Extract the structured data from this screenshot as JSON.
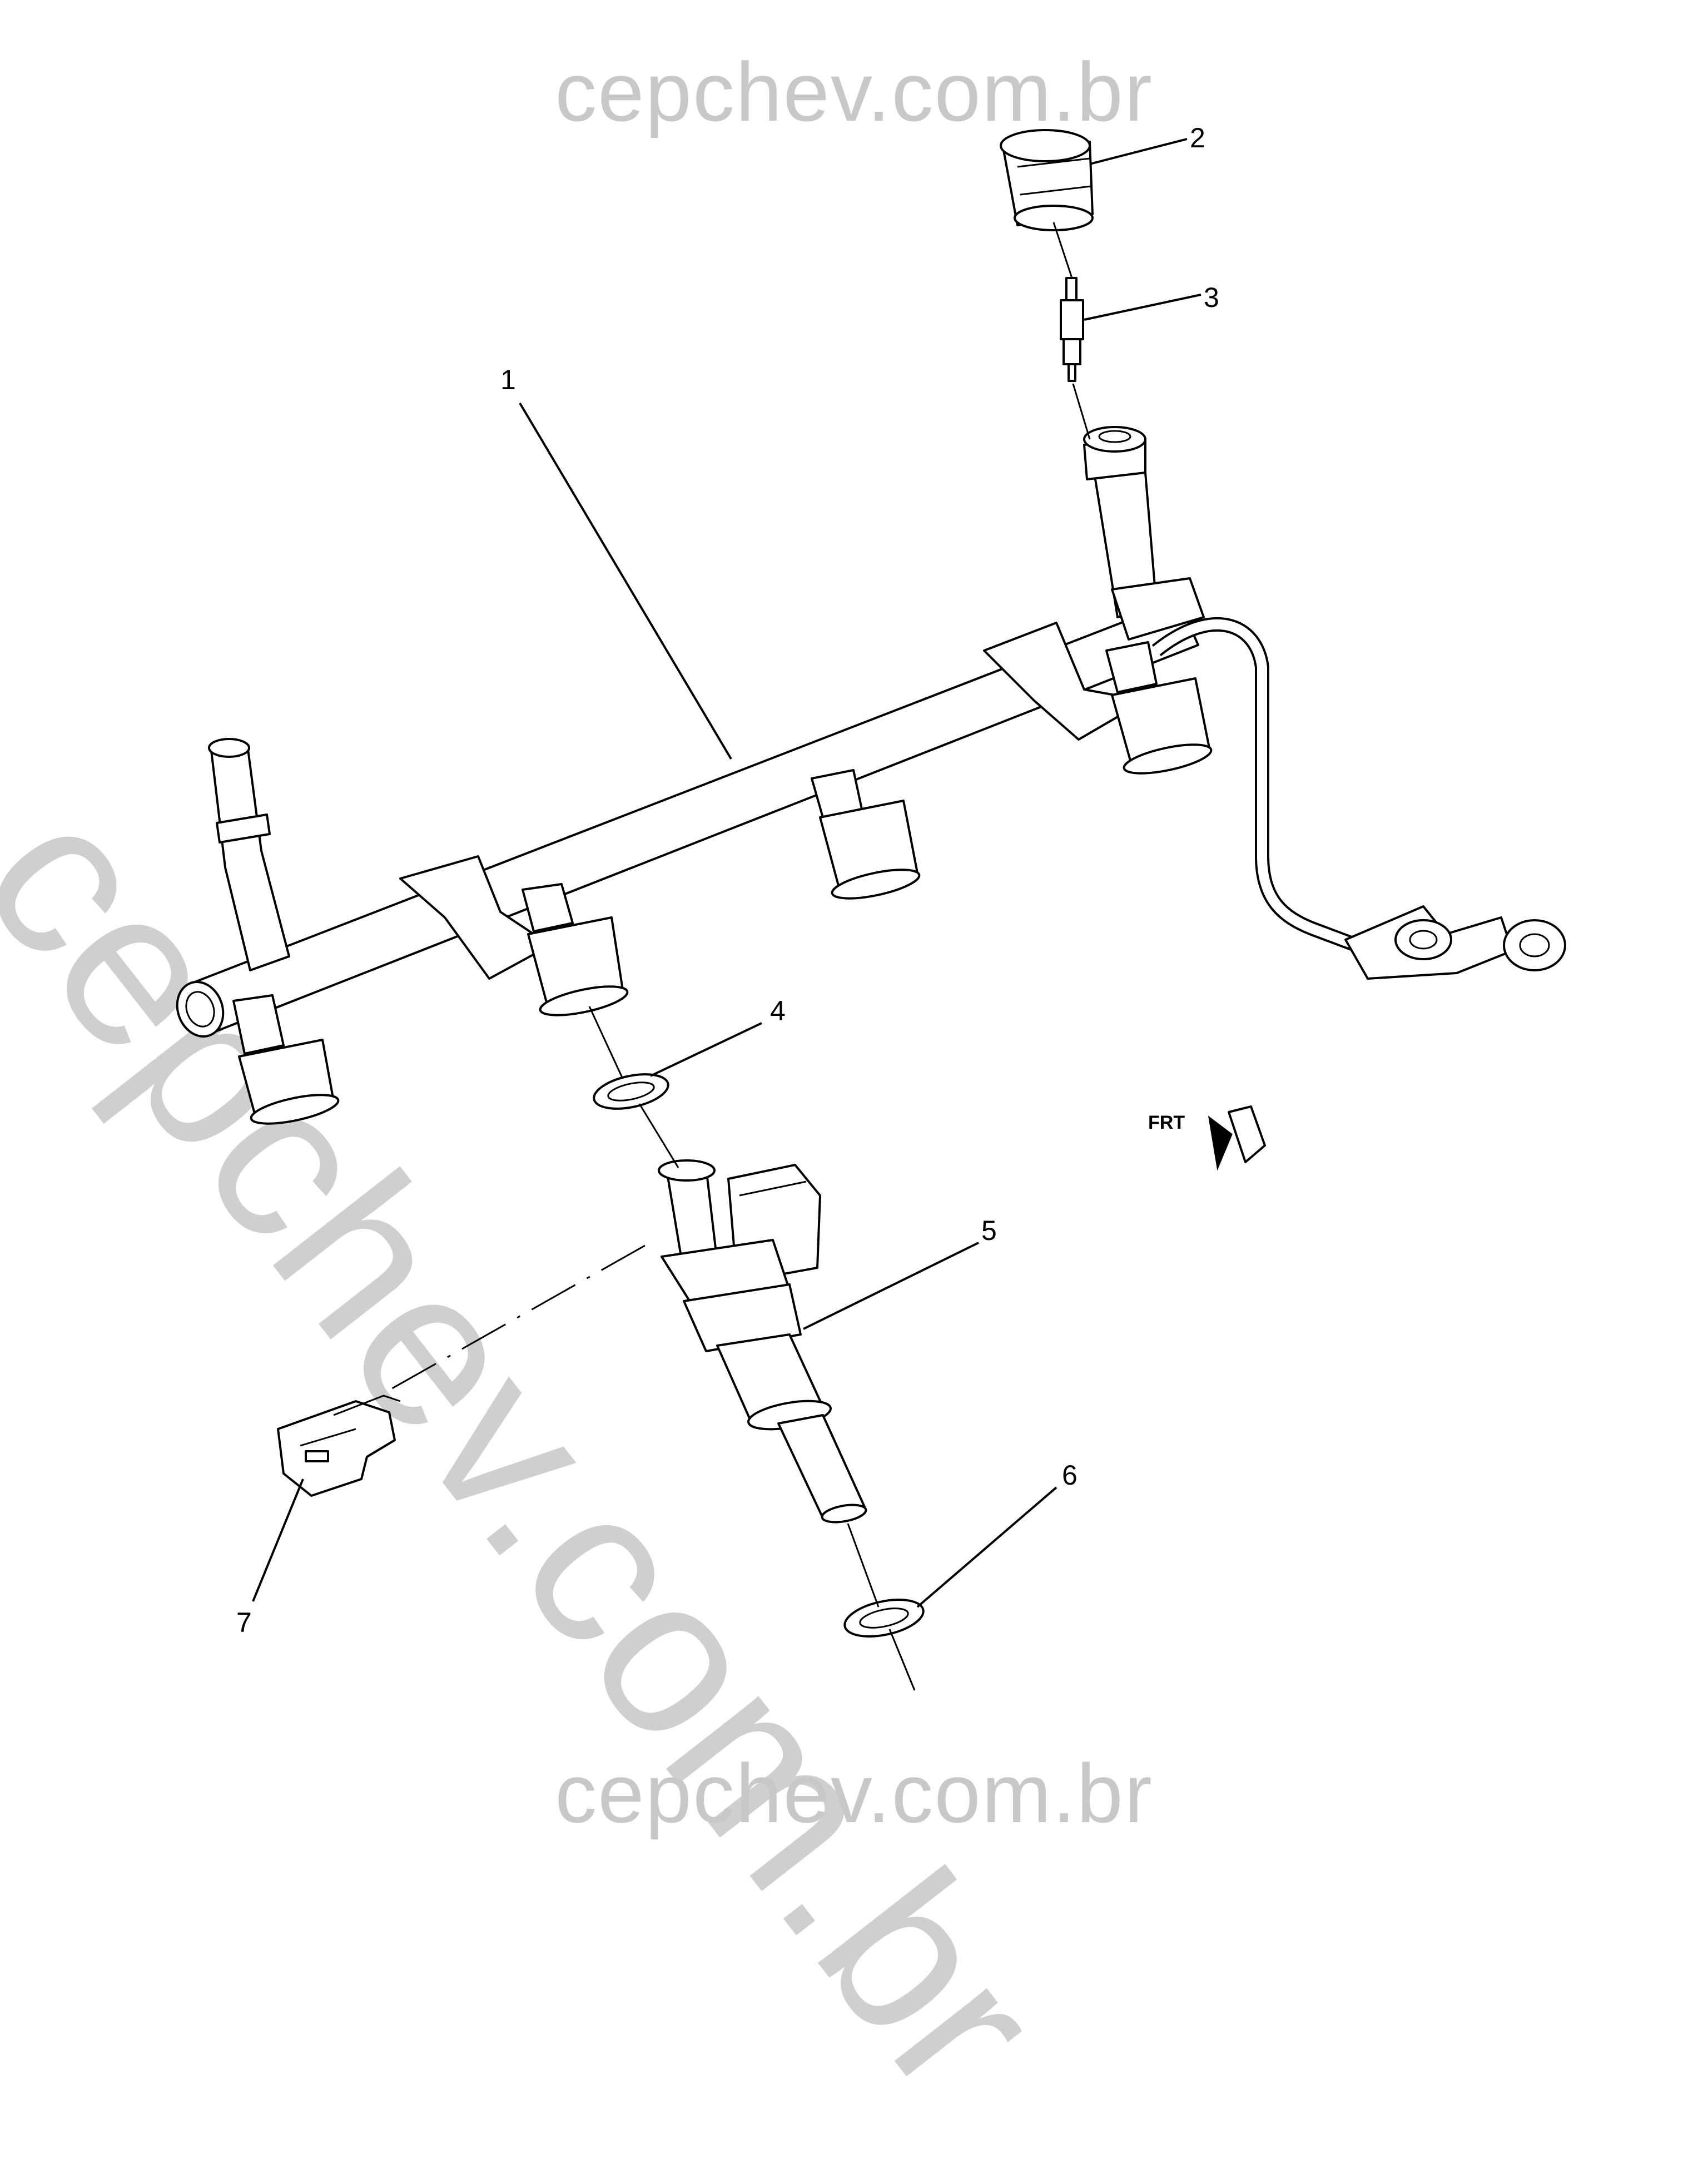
{
  "watermark": {
    "top": "cepchev.com.br",
    "diagonal": "cepchev.com.br",
    "bottom": "cepchev.com.br"
  },
  "direction_indicator": {
    "label": "FRT",
    "icon": "forward-arrow-icon"
  },
  "callouts": [
    {
      "id": "1",
      "label": "1"
    },
    {
      "id": "2",
      "label": "2"
    },
    {
      "id": "3",
      "label": "3"
    },
    {
      "id": "4",
      "label": "4"
    },
    {
      "id": "5",
      "label": "5"
    },
    {
      "id": "6",
      "label": "6"
    },
    {
      "id": "7",
      "label": "7"
    }
  ],
  "parts": [
    {
      "callout": "1",
      "icon": "fuel-rail-icon"
    },
    {
      "callout": "2",
      "icon": "cap-icon"
    },
    {
      "callout": "3",
      "icon": "valve-core-icon"
    },
    {
      "callout": "4",
      "icon": "o-ring-icon"
    },
    {
      "callout": "5",
      "icon": "fuel-injector-icon"
    },
    {
      "callout": "6",
      "icon": "o-ring-icon"
    },
    {
      "callout": "7",
      "icon": "retainer-clip-icon"
    }
  ]
}
